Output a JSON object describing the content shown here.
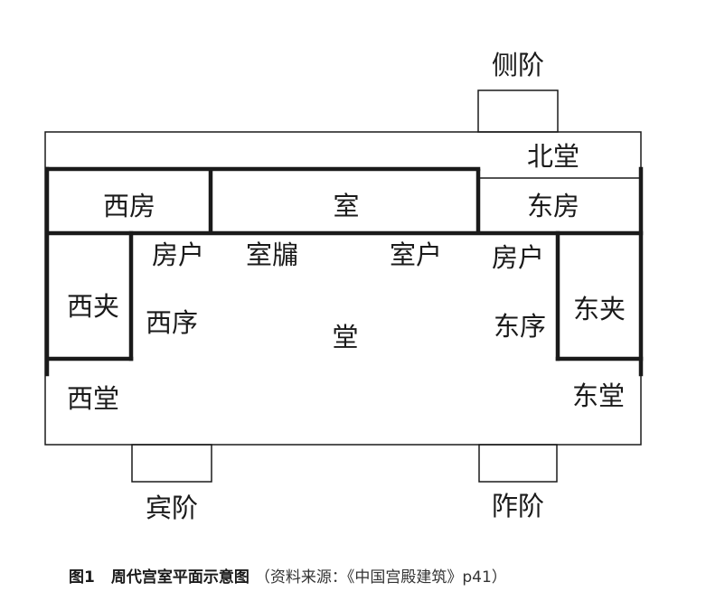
{
  "colors": {
    "line": "#1a1a1a",
    "background": "#ffffff"
  },
  "labels": {
    "side_steps": "侧阶",
    "north_hall": "北堂",
    "west_chamber": "西房",
    "main_room": "室",
    "east_chamber": "东房",
    "west_jia": "西夹",
    "east_jia": "东夹",
    "west_chamber_door": "房户",
    "room_window": "室牖",
    "room_door": "室户",
    "east_chamber_door": "房户",
    "west_xu": "西序",
    "east_xu": "东序",
    "hall": "堂",
    "west_hall": "西堂",
    "east_hall": "东堂",
    "guest_steps": "宾阶",
    "host_steps": "阼阶"
  },
  "caption": {
    "figure": "图1",
    "title": "周代宫室平面示意图",
    "source": "（资料来源：《中国宫殿建筑》p41）"
  }
}
